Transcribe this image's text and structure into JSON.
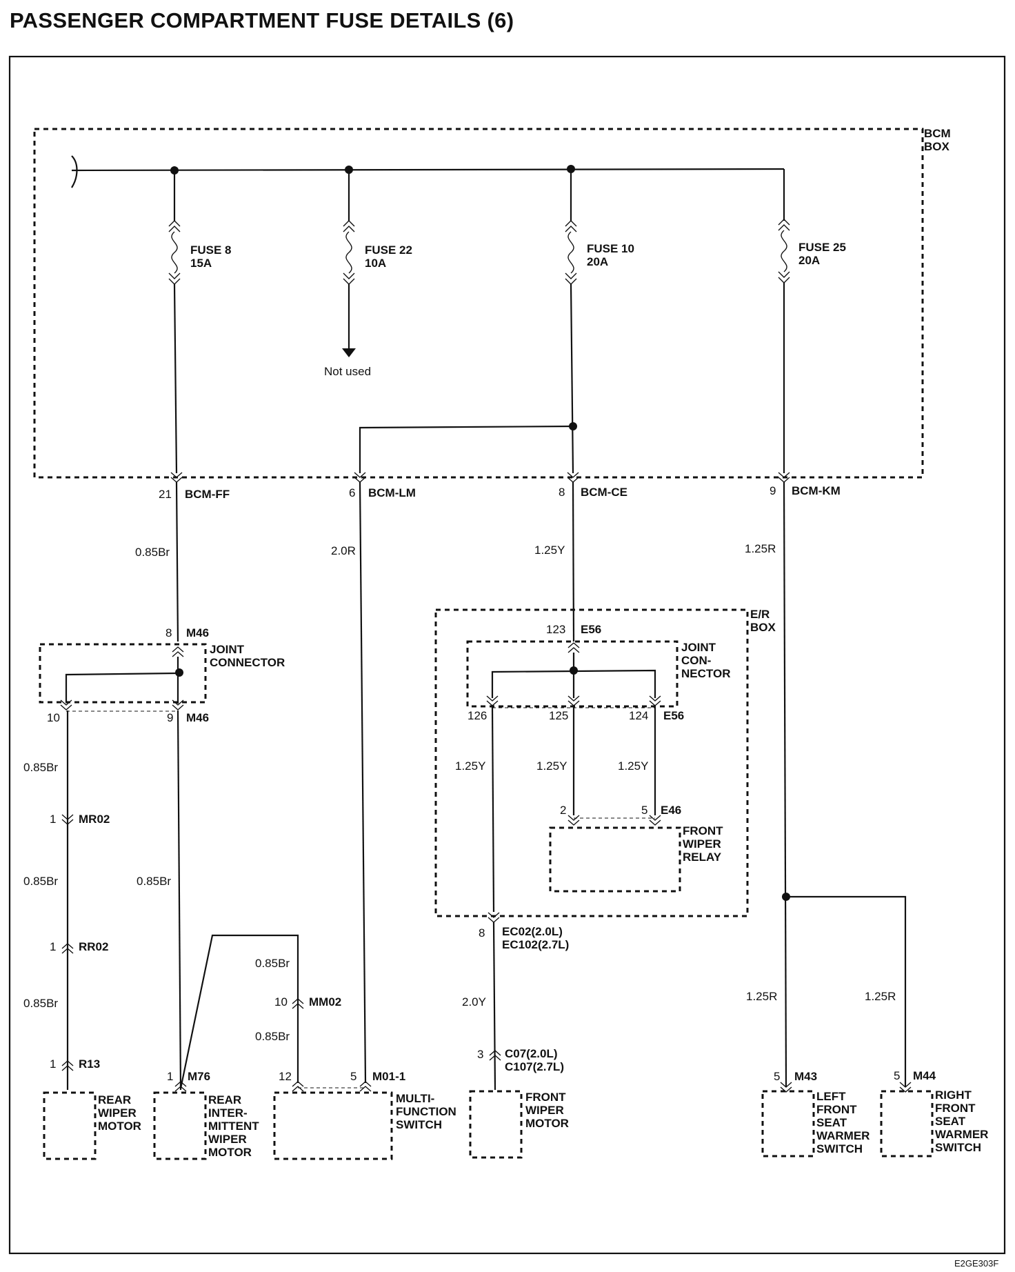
{
  "title": "PASSENGER COMPARTMENT FUSE DETAILS (6)",
  "figure_code": "E2GE303F",
  "boxes": {
    "bcm": [
      "BCM",
      "BOX"
    ],
    "er": [
      "E/R",
      "BOX"
    ],
    "joint_left": [
      "JOINT",
      "CONNECTOR"
    ],
    "joint_right": [
      "JOINT",
      "CON-",
      "NECTOR"
    ]
  },
  "fuses": [
    {
      "name": "FUSE 8",
      "rating": "15A"
    },
    {
      "name": "FUSE 22",
      "rating": "10A"
    },
    {
      "name": "FUSE 10",
      "rating": "20A"
    },
    {
      "name": "FUSE 25",
      "rating": "20A"
    }
  ],
  "not_used": "Not used",
  "bcm_pins": [
    {
      "pin": "21",
      "connector": "BCM-FF",
      "wire": "0.85Br"
    },
    {
      "pin": "6",
      "connector": "BCM-LM",
      "wire": "2.0R"
    },
    {
      "pin": "8",
      "connector": "BCM-CE",
      "wire": "1.25Y"
    },
    {
      "pin": "9",
      "connector": "BCM-KM",
      "wire": "1.25R"
    }
  ],
  "left": {
    "m46_in": {
      "pin": "8",
      "connector": "M46"
    },
    "m46_out_a": {
      "pin": "10"
    },
    "m46_out_b": {
      "pin": "9",
      "connector": "M46"
    },
    "wire_a1": "0.85Br",
    "mr02": {
      "pin": "1",
      "connector": "MR02"
    },
    "wire_a2": "0.85Br",
    "rr02": {
      "pin": "1",
      "connector": "RR02"
    },
    "wire_a3": "0.85Br",
    "r13": {
      "pin": "1",
      "connector": "R13"
    },
    "wire_b": "0.85Br",
    "m76": {
      "pin": "1",
      "connector": "M76"
    },
    "wire_c1": "0.85Br",
    "mm02": {
      "pin": "10",
      "connector": "MM02"
    },
    "wire_c2": "0.85Br",
    "m01_pin12": "12",
    "m01_pin5": "5",
    "m01_connector": "M01-1"
  },
  "components": {
    "rear_wiper": [
      "REAR",
      "WIPER",
      "MOTOR"
    ],
    "rear_intermittent": [
      "REAR",
      "INTER-",
      "MITTENT",
      "WIPER",
      "MOTOR"
    ],
    "multi_function": [
      "MULTI-",
      "FUNCTION",
      "SWITCH"
    ],
    "front_wiper_motor": [
      "FRONT",
      "WIPER",
      "MOTOR"
    ],
    "front_wiper_relay": [
      "FRONT",
      "WIPER",
      "RELAY"
    ],
    "left_seat": [
      "LEFT",
      "FRONT",
      "SEAT",
      "WARMER",
      "SWITCH"
    ],
    "right_seat": [
      "RIGHT",
      "FRONT",
      "SEAT",
      "WARMER",
      "SWITCH"
    ]
  },
  "er": {
    "e56_in": {
      "pin": "123",
      "connector": "E56"
    },
    "e56_out": [
      "126",
      "125",
      "124"
    ],
    "e56_out_connector": "E56",
    "wires": [
      "1.25Y",
      "1.25Y",
      "1.25Y"
    ],
    "e46_pins": [
      "2",
      "5"
    ],
    "e46_connector": "E46",
    "ec02": {
      "pin": "8",
      "line1": "EC02(2.0L)",
      "line2": "EC102(2.7L)"
    },
    "wire_ec": "2.0Y",
    "c07": {
      "pin": "3",
      "line1": "C07(2.0L)",
      "line2": "C107(2.7L)"
    }
  },
  "right": {
    "wire_left": "1.25R",
    "wire_right": "1.25R",
    "m43": {
      "pin": "5",
      "connector": "M43"
    },
    "m44": {
      "pin": "5",
      "connector": "M44"
    }
  }
}
